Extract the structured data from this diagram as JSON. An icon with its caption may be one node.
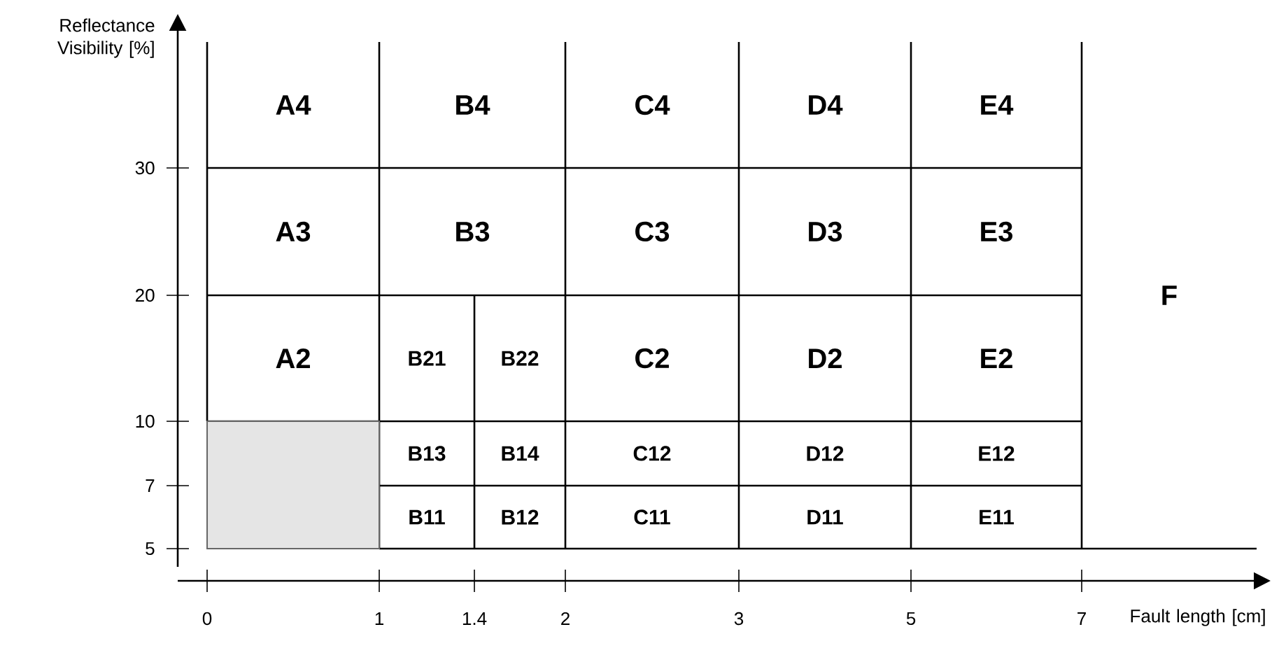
{
  "diagram": {
    "nodes": [
      {
        "text": [
          "A4"
        ]
      },
      {
        "text": [
          "B4"
        ]
      },
      {
        "text": [
          "C4"
        ]
      },
      {
        "text": [
          "D4"
        ]
      },
      {
        "text": [
          "E4"
        ]
      },
      {
        "text": [
          "A3"
        ]
      },
      {
        "text": [
          "B3"
        ]
      },
      {
        "text": [
          "C3"
        ]
      },
      {
        "text": [
          "D3"
        ]
      },
      {
        "text": [
          "E3"
        ]
      },
      {
        "text": [
          "F"
        ]
      },
      {
        "text": [
          "A2"
        ]
      },
      {
        "text": [
          "B21"
        ]
      },
      {
        "text": [
          "B22"
        ]
      },
      {
        "text": [
          "C2"
        ]
      },
      {
        "text": [
          "D2"
        ]
      },
      {
        "text": [
          "E2"
        ]
      },
      {
        "text": [],
        "shape": "box"
      },
      {
        "text": [
          "B13"
        ]
      },
      {
        "text": [
          "B14"
        ]
      },
      {
        "text": [
          "C12"
        ]
      },
      {
        "text": [
          "D12"
        ]
      },
      {
        "text": [
          "E12"
        ]
      },
      {
        "text": [
          "B11"
        ]
      },
      {
        "text": [
          "B12"
        ]
      },
      {
        "text": [
          "C11"
        ]
      },
      {
        "text": [
          "D11"
        ]
      },
      {
        "text": [
          "E11"
        ]
      }
    ],
    "labels": [
      "Reflectance Visibility [%]",
      "30",
      "20",
      "10",
      "7",
      "5",
      "0",
      "1",
      "1.4",
      "2",
      "3",
      "5",
      "7",
      "Fault length [cm]"
    ]
  }
}
